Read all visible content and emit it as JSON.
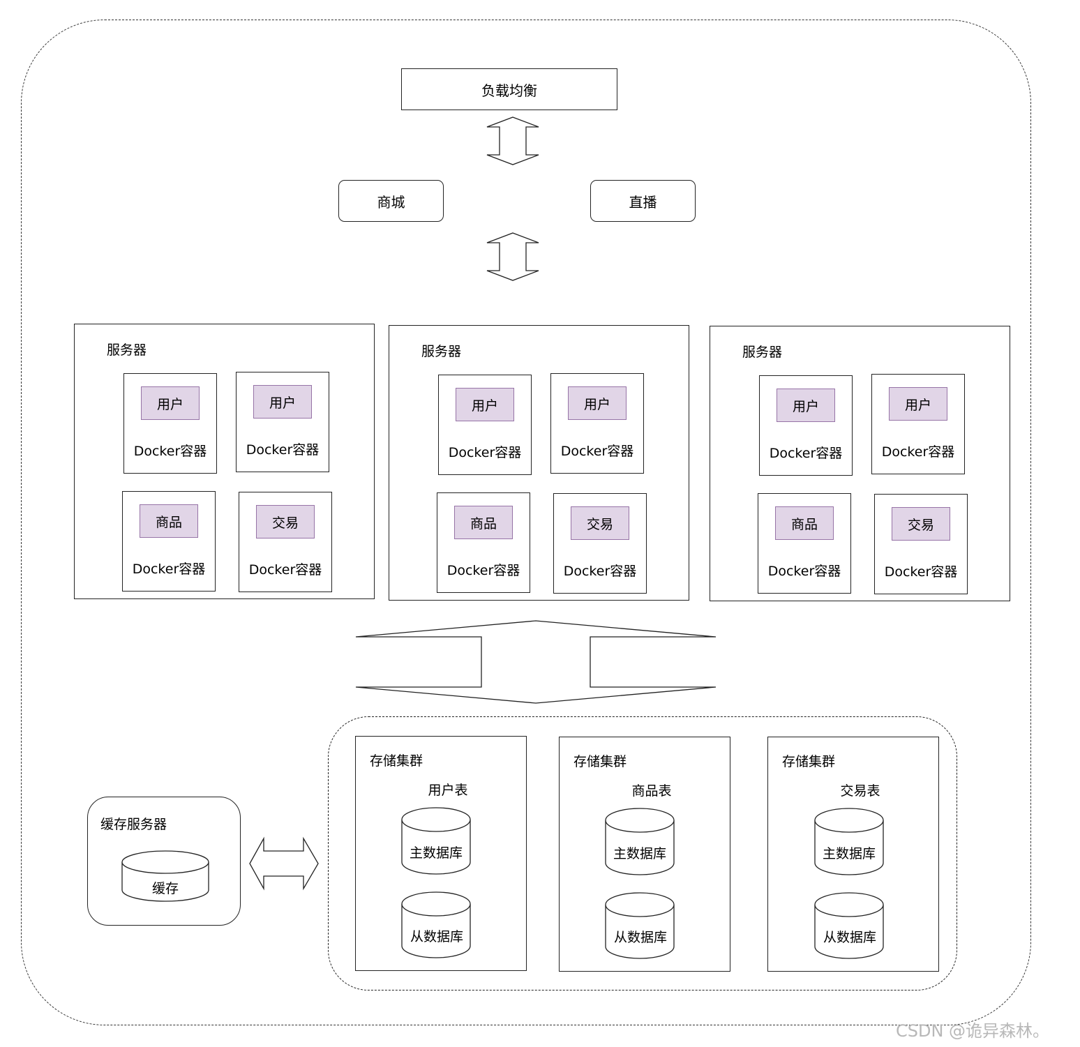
{
  "top": {
    "load_balancer": "负载均衡"
  },
  "apps": [
    {
      "label": "商城"
    },
    {
      "label": "直播"
    }
  ],
  "servers": [
    {
      "title": "服务器",
      "containers": [
        {
          "service": "用户",
          "label": "Docker容器"
        },
        {
          "service": "用户",
          "label": "Docker容器"
        },
        {
          "service": "商品",
          "label": "Docker容器"
        },
        {
          "service": "交易",
          "label": "Docker容器"
        }
      ]
    },
    {
      "title": "服务器",
      "containers": [
        {
          "service": "用户",
          "label": "Docker容器"
        },
        {
          "service": "用户",
          "label": "Docker容器"
        },
        {
          "service": "商品",
          "label": "Docker容器"
        },
        {
          "service": "交易",
          "label": "Docker容器"
        }
      ]
    },
    {
      "title": "服务器",
      "containers": [
        {
          "service": "用户",
          "label": "Docker容器"
        },
        {
          "service": "用户",
          "label": "Docker容器"
        },
        {
          "service": "商品",
          "label": "Docker容器"
        },
        {
          "service": "交易",
          "label": "Docker容器"
        }
      ]
    }
  ],
  "storage": [
    {
      "title": "存储集群",
      "table": "用户表",
      "master": "主数据库",
      "slave": "从数据库"
    },
    {
      "title": "存储集群",
      "table": "商品表",
      "master": "主数据库",
      "slave": "从数据库"
    },
    {
      "title": "存储集群",
      "table": "交易表",
      "master": "主数据库",
      "slave": "从数据库"
    }
  ],
  "cache": {
    "title": "缓存服务器",
    "label": "缓存"
  },
  "colors": {
    "service_fill": "#e1d5e7",
    "service_stroke": "#9673a6"
  },
  "watermark": "CSDN @诡异森林。"
}
